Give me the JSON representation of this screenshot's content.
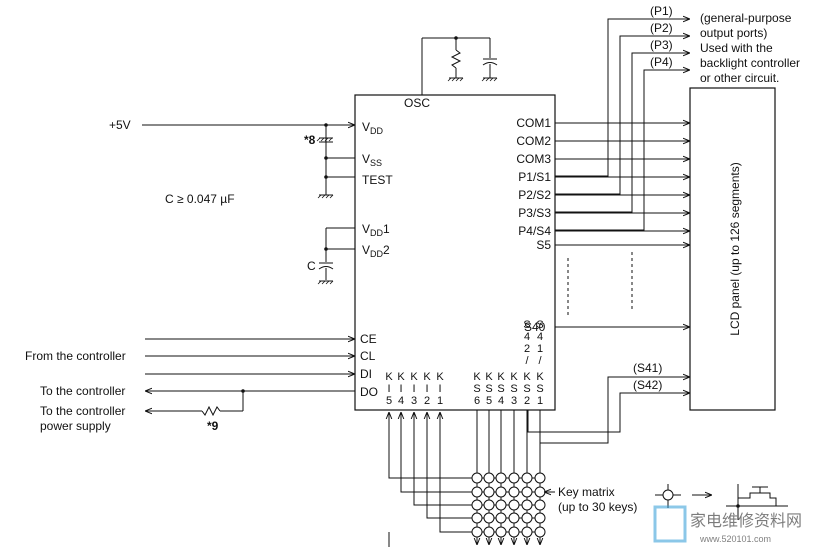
{
  "supply_label": "+5V",
  "note8": "*8",
  "note9": "*9",
  "cap_note": "C ≥ 0.047 µF",
  "cap_label": "C",
  "ic": {
    "osc": "OSC",
    "vdd": "V",
    "vdd_sub": "DD",
    "vss": "V",
    "vss_sub": "SS",
    "test": "TEST",
    "vdd1": "V",
    "vdd1_sub": "DD",
    "vdd1_suffix": "1",
    "vdd2": "V",
    "vdd2_sub": "DD",
    "vdd2_suffix": "2",
    "ce": "CE",
    "cl": "CL",
    "di": "DI",
    "do": "DO",
    "right_pins": [
      "COM1",
      "COM2",
      "COM3",
      "P1/S1",
      "P2/S2",
      "P3/S3",
      "P4/S4",
      "S5"
    ],
    "s40": "S40",
    "ki_pins": [
      [
        "K",
        "I",
        "5"
      ],
      [
        "K",
        "I",
        "4"
      ],
      [
        "K",
        "I",
        "3"
      ],
      [
        "K",
        "I",
        "2"
      ],
      [
        "K",
        "I",
        "1"
      ]
    ],
    "ks_pins": [
      [
        "K",
        "S",
        "6"
      ],
      [
        "K",
        "S",
        "5"
      ],
      [
        "K",
        "S",
        "4"
      ],
      [
        "K",
        "S",
        "3"
      ],
      [
        "K",
        "S",
        "2"
      ],
      [
        "K",
        "S",
        "1"
      ]
    ],
    "s42_stack": [
      "S",
      "4",
      "2",
      "/"
    ],
    "s41_stack": [
      "S",
      "4",
      "1",
      "/"
    ]
  },
  "left_labels": {
    "from_controller": "From the controller",
    "to_controller": "To the controller",
    "to_power_1": "To the controller",
    "to_power_2": "power supply"
  },
  "ports": {
    "p1": "(P1)",
    "p2": "(P2)",
    "p3": "(P3)",
    "p4": "(P4)",
    "desc": [
      "(general-purpose",
      "output ports)",
      "Used with the",
      "backlight controller",
      "or other circuit."
    ]
  },
  "s41": "(S41)",
  "s42": "(S42)",
  "lcd": "LCD panel (up to 126 segments)",
  "key_matrix": [
    "Key matrix",
    "(up to 30 keys)"
  ],
  "watermark": {
    "main": "家电维修资料网",
    "url": "www.520101.com"
  }
}
